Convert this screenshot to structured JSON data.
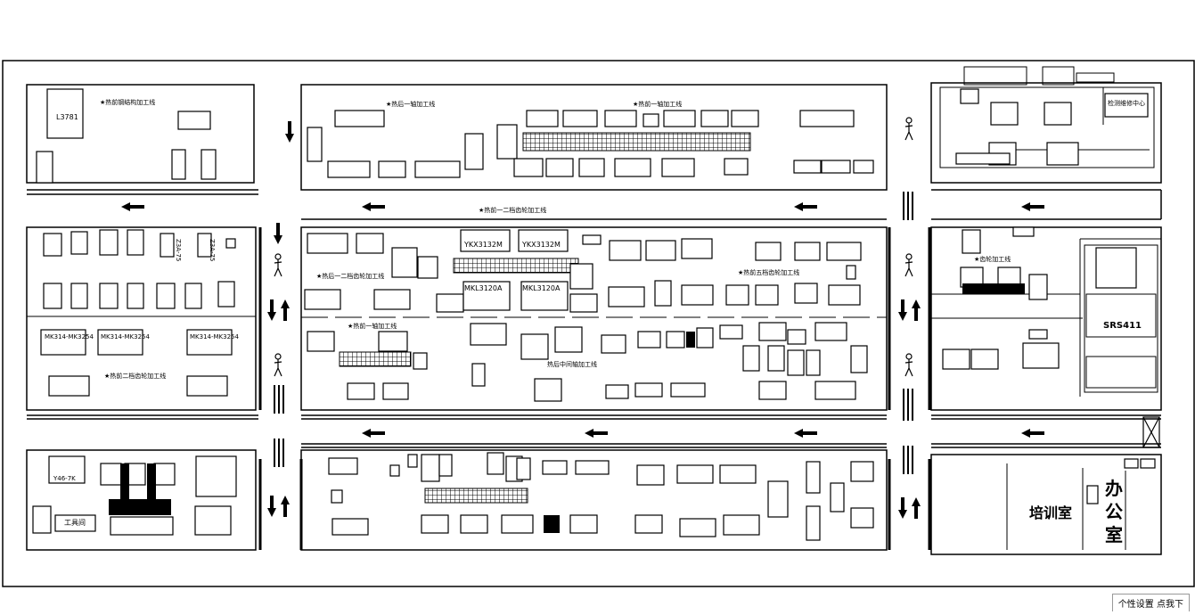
{
  "labels": {
    "z1_title": "★热前钢结构加工线",
    "z1_machine": "L3781",
    "z2_title": "★热后一轴加工线",
    "z3_title": "★热前一轴加工线",
    "z4_title": "检测维修中心",
    "lane_title": "★热前一二档齿轮加工线",
    "z6_title": "★热前二档齿轮加工线",
    "z6_m1": "Z3A-75",
    "z6_m2": "Z3A-75",
    "z6_m3": "MK314-MK3254",
    "z6_m4": "MK314-MK3254",
    "z6_m5": "MK314-MK3254",
    "z7_title": "★热后一二档齿轮加工线",
    "z7_hob1": "YKX3132M",
    "z7_hob2": "YKX3132M",
    "z7_grind1": "MKL3120A",
    "z7_grind2": "MKL3120A",
    "z7_title2": "★热前一轴加工线",
    "z7_title3": "热后中间轴加工线",
    "z7_title4": "★热前五档齿轮加工线",
    "z8_title": "★齿轮加工线",
    "z8_machine": "SRS411",
    "z9_machine": "Y46-7K",
    "z9_room": "工具间",
    "z10_title": "",
    "z11_room1": "培训室",
    "z11_room2": "办公室",
    "corner_ui": "个性设置   点我下"
  },
  "icons": {
    "arrow": "arrow-icon",
    "walker": "pedestrian-icon",
    "gate": "gate-icon"
  }
}
